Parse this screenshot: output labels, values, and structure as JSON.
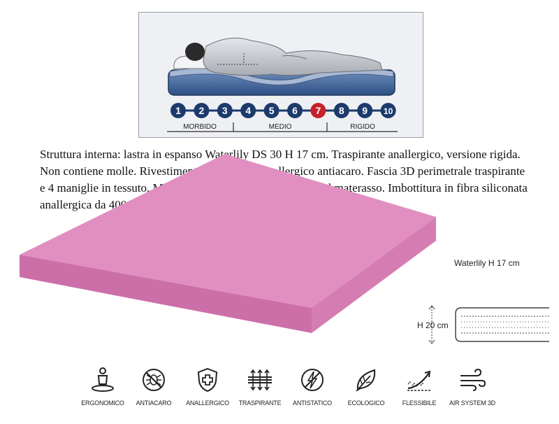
{
  "firmness": {
    "scale": [
      "1",
      "2",
      "3",
      "4",
      "5",
      "6",
      "7",
      "8",
      "9",
      "10"
    ],
    "selected": "7",
    "zones": [
      "MORBIDO",
      "MEDIO",
      "RIGIDO"
    ],
    "colors": {
      "dot": "#1c3a6b",
      "selected": "#c8202a",
      "zone_line": "#2b2b2b"
    }
  },
  "description": "Struttura interna: lastra in espanso Waterlily DS 30 H 17 cm. Traspirante anallergico, versione rigida. Non contiene molle. Rivestimento con tessuto anallergico antiacaro. Fascia 3D perimetrale traspirante e 4 maniglie in tessuto. Massima traspirabilità e igienicità del materasso. Imbottitura in fibra siliconata anallergica da 400 gr. al mq.",
  "foam": {
    "label": "Waterlily H 17 cm",
    "color": "#d982b6"
  },
  "cross_section": {
    "height_label": "H 20 cm"
  },
  "features": [
    {
      "label": "ERGONOMICO",
      "icon": "ergonomic-person-icon"
    },
    {
      "label": "ANTIACARO",
      "icon": "anti-mite-icon"
    },
    {
      "label": "ANALLERGICO",
      "icon": "anallergic-shield-icon"
    },
    {
      "label": "TRASPIRANTE",
      "icon": "breathable-layers-icon"
    },
    {
      "label": "ANTISTATICO",
      "icon": "antistatic-bolt-icon"
    },
    {
      "label": "ECOLOGICO",
      "icon": "ecological-leaf-icon"
    },
    {
      "label": "FLESSIBILE",
      "icon": "flexible-arrow-icon"
    },
    {
      "label": "AIR SYSTEM 3D",
      "icon": "air-wind-icon"
    }
  ]
}
